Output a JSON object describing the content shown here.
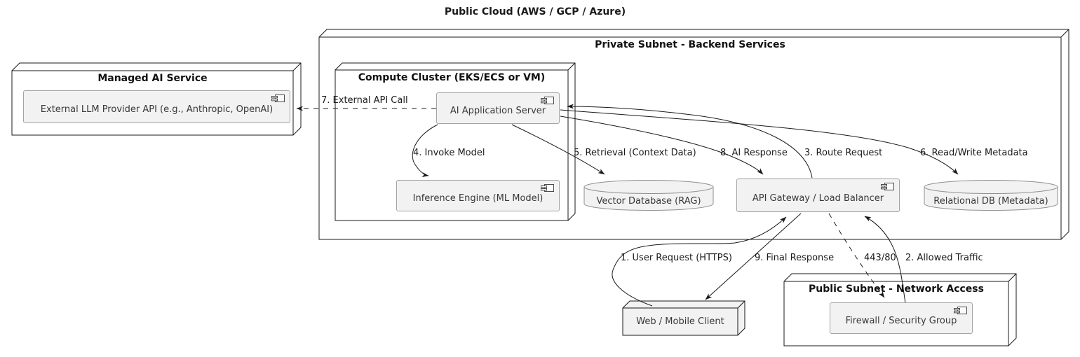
{
  "title": "Public Cloud (AWS / GCP / Azure)",
  "nodes": {
    "managed_ai": {
      "title": "Managed AI Service"
    },
    "private_subnet": {
      "title": "Private Subnet - Backend Services"
    },
    "compute_cluster": {
      "title": "Compute Cluster (EKS/ECS or VM)"
    },
    "public_subnet": {
      "title": "Public Subnet - Network Access"
    },
    "web_client": {
      "label": "Web / Mobile Client"
    }
  },
  "components": {
    "ext_llm": {
      "label": "External LLM Provider API (e.g., Anthropic, OpenAI)",
      "icon": "component-icon"
    },
    "ai_app_server": {
      "label": "AI Application Server",
      "icon": "component-icon"
    },
    "inference_engine": {
      "label": "Inference Engine (ML Model)",
      "icon": "component-icon"
    },
    "api_gateway": {
      "label": "API Gateway / Load Balancer",
      "icon": "component-icon"
    },
    "firewall": {
      "label": "Firewall / Security Group",
      "icon": "component-icon"
    }
  },
  "databases": {
    "vector_db": {
      "label": "Vector Database (RAG)"
    },
    "relational_db": {
      "label": "Relational DB (Metadata)"
    }
  },
  "edges": {
    "user_request": "1. User Request (HTTPS)",
    "allowed_traffic": "2. Allowed Traffic",
    "route_request": "3. Route Request",
    "invoke_model": "4. Invoke Model",
    "retrieval": "5. Retrieval (Context Data)",
    "read_write_metadata": "6. Read/Write Metadata",
    "external_api_call": "7. External API Call",
    "ai_response": "8. AI Response",
    "final_response": "9. Final Response",
    "port_label": "443/80"
  },
  "colors": {
    "background": "#ffffff",
    "node_border": "#181818",
    "component_fill": "#f2f2f2",
    "component_border": "#a3a3a3",
    "cylinder_border": "#8f8f8f",
    "edge_line": "#1a1a1a"
  }
}
